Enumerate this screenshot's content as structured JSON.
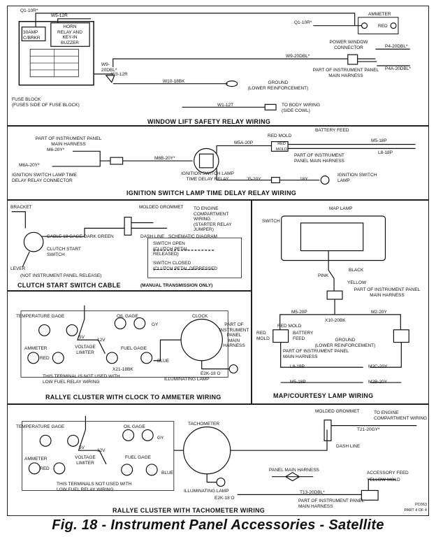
{
  "figure": {
    "caption": "Fig. 18 - Instrument Panel Accessories - Satellite"
  },
  "window_lift": {
    "title": "WINDOW LIFT SAFETY RELAY WIRING",
    "q1_10r": "Q1-10R*",
    "q1_10r_b": "Q1-10R*",
    "w5_12r": "W5-12R",
    "breaker": "30AMP\nC/BRKR",
    "horn_relay": "HORN\nRELAY AND\nKEY-IN\nBUZZER",
    "w9_20dbl_a": "W9-\n20DBL*",
    "w3_12r": "W3-12R",
    "w10_18bk": "W10-18BK",
    "w1_12t": "W1-12T",
    "fuse_block": "FUSE BLOCK\n(FUSES SIDE OF FUSE BLOCK)",
    "ammeter": "AMMETER",
    "red": "RED",
    "power_window": "POWER WINDOW\nCONNECTOR",
    "w9_20dbl": "W9-20DBL*",
    "p4_20dbl": "P4-20DBL*",
    "p4a_20dbl": "P4A-20DBL*",
    "ip_harness": "PART OF INSTRUMENT PANEL\nMAIN HARNESS",
    "ground": "GROUND\n(LOWER REINFORCEMENT)",
    "body_wiring": "TO BODY WIRING\n(SIDE COWL)"
  },
  "ignition": {
    "title": "IGNITION SWITCH LAMP TIME DELAY RELAY WIRING",
    "ip_harness": "PART OF INSTRUMENT PANEL\nMAIN HARNESS",
    "m6_20y": "M6-20Y*",
    "m6a_20y": "M6A-20Y*",
    "m6b_20y": "M6B-20Y*",
    "m5a_20p": "M5A-20P",
    "connector": "IGNITION SWITCH LAMP TIME\nDELAY RELAY CONNECTOR",
    "relay": "IGNITION SWITCH LAMP\nTIME DELAY RELAY",
    "battery_feed": "BATTERY FEED",
    "red_mold": "RED MOLD",
    "red_mold_box": "RED\nMOLD",
    "m5_18p": "M5-18P",
    "l8_18p": "L8-18P",
    "ip_harness_r": "PART OF INSTRUMENT\nPANEL MAIN HARNESS",
    "j5_20y": "J5-20Y",
    "w_18y": "18Y",
    "switch_lamp": "IGNITION SWITCH\nLAMP"
  },
  "clutch": {
    "title": "CLUTCH START SWITCH CABLE",
    "title_note": "(MANUAL TRANSMISSION ONLY)",
    "bracket": "BRACKET",
    "cable": "CABLE 18 GAGE DARK GREEN",
    "clutch_switch": "CLUTCH START\nSWITCH",
    "lever": "LEVER",
    "not_released": "(NOT INSTRUMENT PANEL RELEASE)",
    "molded_grommet": "MOLDED GROMMET",
    "engine_wiring": "TO ENGINE\nCOMPARTMENT\nWIRING\n(STARTER RELAY JUMPER)",
    "dash_line": "DASH LINE",
    "schematic": "SCHEMATIC DIAGRAM",
    "switch_open": "SWITCH OPEN\n(CLUTCH PETAL\nRELEASED)",
    "switch_closed": "SWITCH CLOSED\n(CLUTCH PETAL DEPRESSED"
  },
  "map_lamp": {
    "title": "MAP/COURTESY LAMP WIRING",
    "map_lamp": "MAP LAMP",
    "switch": "SWITCH",
    "black": "BLACK",
    "pink": "PINK",
    "yellow": "YELLOW",
    "ip_harness": "PART OF INSTRUMENT PANEL\nMAIN HARNESS",
    "m5_20p": "M5-20P",
    "m2_20y": "M2-20Y",
    "x10_20bk": "X10-20BK",
    "red_mold": "RED MOLD",
    "red_mold_l": "RED\nMOLD",
    "battery_feed": "BATTERY\nFEED",
    "ground": "GROUND\n(LOWER REINFORCEMENT)",
    "ip_harness_b": "PART OF INSTRUMENT PANEL\nMAIN HARNESS",
    "l8_18p": "L8-18P",
    "m5_18p": "M5-18P",
    "m2c_20y": "M2C-20Y",
    "m2b_20y": "M2B-20Y"
  },
  "rallye_clock": {
    "title": "RALLYE CLUSTER WITH CLOCK TO AMMETER WIRING",
    "temp_gage": "TEMPERATURE GAGE",
    "oil_gage": "OIL GAGE",
    "gy": "GY",
    "ammeter": "AMMETER",
    "red": "RED",
    "voltage_limiter": "VOLTAGE\nLIMITER",
    "fuel_gage": "FUEL GAGE",
    "blue": "BLUE",
    "v5": "5V",
    "v12": "12V",
    "x21": "X21-18BK",
    "note": "THIS TERMINAL IS NOT USED WITH\nLOW FUEL RELAY WIRING",
    "clock": "CLOCK",
    "ip_harness": "PART OF\nINSTRUMENT\nPANEL\nMAIN\nHARNESS",
    "e2k": "E2K-18 O",
    "illum": "ILLUMINATING LAMP"
  },
  "rallye_tach": {
    "title": "RALLYE CLUSTER WITH TACHOMETER WIRING",
    "temp_gage": "TEMPERATURE GAGE",
    "oil_gage": "OIL GAGE",
    "gy": "GY",
    "ammeter": "AMMETER",
    "red": "RED",
    "voltage_limiter": "VOLTAGE\nLIMITER",
    "fuel_gage": "FUEL GAGE",
    "blue": "BLUE",
    "v5": "5V",
    "v12": "12V",
    "tachometer": "TACHOMETER",
    "illum": "ILLUMINATING LAMP",
    "e2k": "E2K-18 O",
    "note": "THIS TERMINALS NOT USED WITH\nLOW FUEL RELAY WIRING",
    "panel_harness": "PANEL MAIN HARNESS",
    "molded_grommet": "MOLDED GROMMET",
    "engine_wiring": "TO ENGINE\nCOMPARTMENT WIRING",
    "t21": "T21-20GY*",
    "dash_line": "DASH LINE",
    "accessory_feed": "ACCESSORY FEED",
    "yellow_mold": "YELLOW MOLD",
    "t13": "T13-20DBL*",
    "ip_harness": "PART OF INSTRUMENT PANEL\nMAIN HARNESS",
    "pd": "PD363\nPART 4 OF 4"
  }
}
